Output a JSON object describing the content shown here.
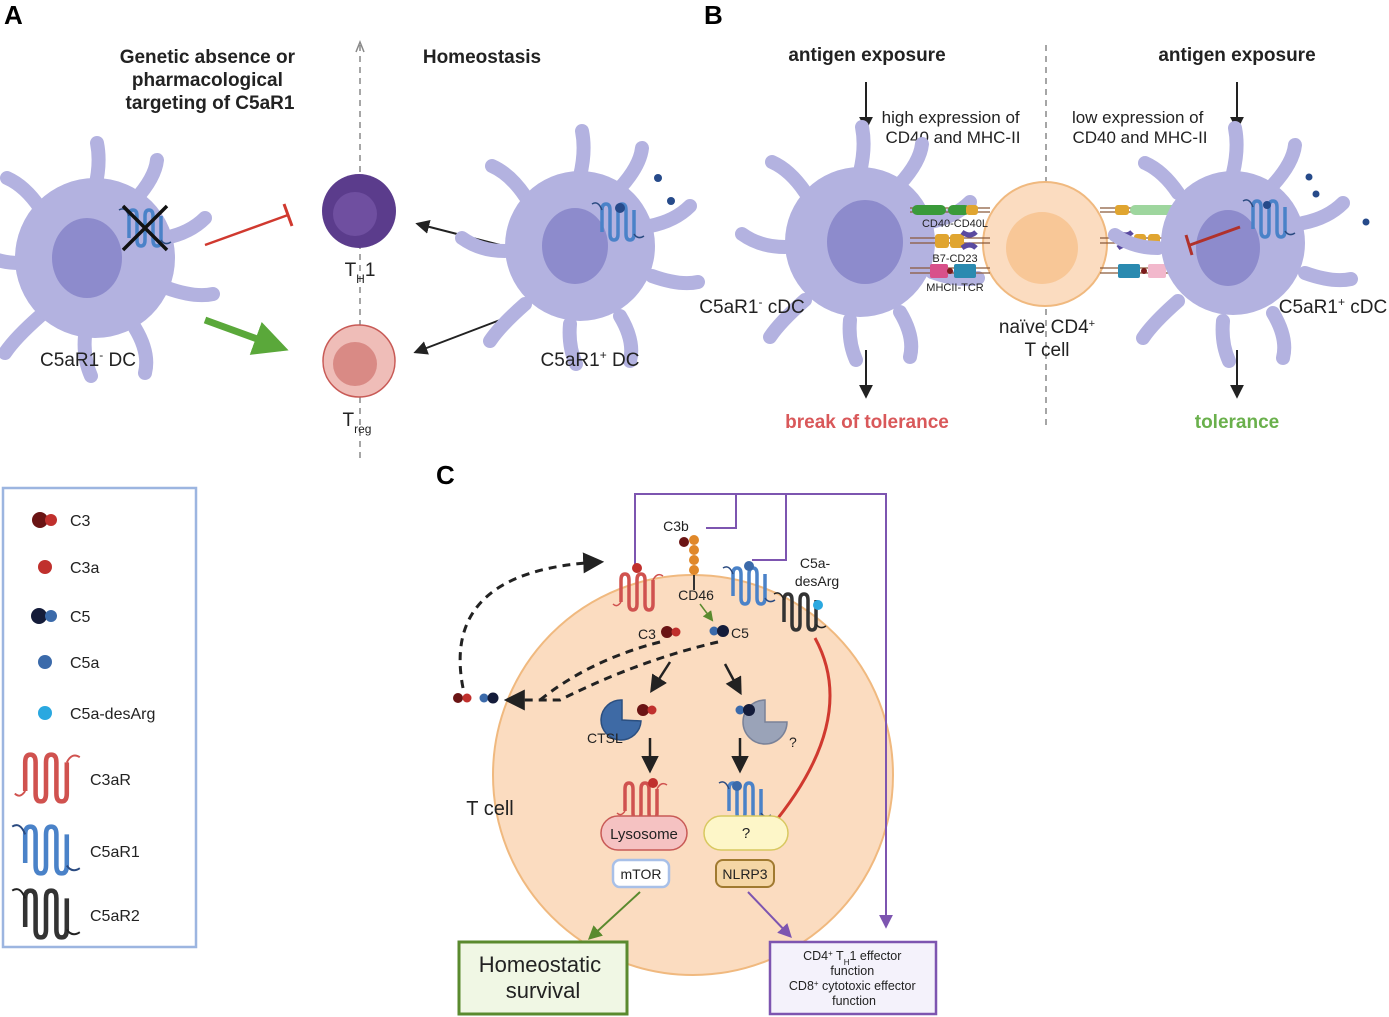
{
  "panel_a": {
    "letter": "A",
    "heading_left": [
      "Genetic absence or",
      "pharmacological",
      "targeting of C5aR1"
    ],
    "heading_right": "Homeostasis",
    "th1": {
      "main": "T",
      "sub": "H",
      "tail": "1"
    },
    "treg": {
      "main": "T",
      "sub": "reg"
    },
    "dc_left": {
      "main": "C5aR1",
      "sup": "-",
      "tail": " DC"
    },
    "dc_right": {
      "main": "C5aR1",
      "sup": "+",
      "tail": " DC"
    }
  },
  "panel_b": {
    "letter": "B",
    "antigen_left": "antigen exposure",
    "antigen_right": "antigen exposure",
    "high_expr": [
      "high expression of",
      "CD40 and MHC-II"
    ],
    "low_expr": [
      "low expression of",
      "CD40 and MHC-II"
    ],
    "pair1": "CD40-CD40L",
    "pair2": "B7-CD23",
    "pair3": "MHCII-TCR",
    "cdc_left": {
      "main": "C5aR1",
      "sup": "-",
      "tail": " cDC"
    },
    "cdc_right": {
      "main": "C5aR1",
      "sup": "+",
      "tail": " cDC"
    },
    "tcell_line1": {
      "main": "naïve CD4",
      "sup": "+"
    },
    "tcell_line2": "T cell",
    "outcome_left": "break of tolerance",
    "outcome_right": "tolerance"
  },
  "panel_c": {
    "letter": "C",
    "c3b": "C3b",
    "cd46": "CD46",
    "c5a_desarg": [
      "C5a-",
      "desArg"
    ],
    "c3": "C3",
    "c5": "C5",
    "ctsl": "CTSL",
    "question": "?",
    "lysosome": "Lysosome",
    "unknown": "?",
    "mtor": "mTOR",
    "nlrp3": "NLRP3",
    "tcell": "T cell",
    "homeostatic": [
      "Homeostatic",
      "survival"
    ],
    "effector": {
      "l1_pre": "CD4",
      "l1_sup": "+",
      "l1_mid": " T",
      "l1_sub": "H",
      "l1_tail": "1 effector",
      "l2": "function",
      "l3_pre": "CD8",
      "l3_sup": "+",
      "l3_tail": " cytotoxic effector",
      "l4": "function"
    }
  },
  "legend": {
    "items": [
      {
        "label": "C3",
        "icon": "c3-dimer-icon"
      },
      {
        "label": "C3a",
        "icon": "c3a-icon"
      },
      {
        "label": "C5",
        "icon": "c5-dimer-icon"
      },
      {
        "label": "C5a",
        "icon": "c5a-icon"
      },
      {
        "label": "C5a-desArg",
        "icon": "c5a-desarg-icon"
      },
      {
        "label": "C3aR",
        "icon": "c3ar-receptor-icon"
      },
      {
        "label": "C5aR1",
        "icon": "c5ar1-receptor-icon"
      },
      {
        "label": "C5aR2",
        "icon": "c5ar2-receptor-icon"
      }
    ]
  },
  "colors": {
    "dc_fill": "#b3b2e0",
    "dc_nucleus": "#8d8bcc",
    "th1": "#5b3c8c",
    "treg": "#e8a7a3",
    "tcell_fill": "#fbdcc0",
    "tcell_stroke": "#f0b97f",
    "c3ar_red": "#d0524f",
    "c5ar1_blue": "#4a82c8",
    "c5ar2_dark": "#333333",
    "c3_dark": "#7a1a1a",
    "c5_dark": "#1e2d5a",
    "tolerance_break": "#d9585a",
    "tolerance": "#6ab04c",
    "purple": "#7d55b0",
    "green_box": "#5a8a2e",
    "legend_border": "#9cb5e0"
  }
}
